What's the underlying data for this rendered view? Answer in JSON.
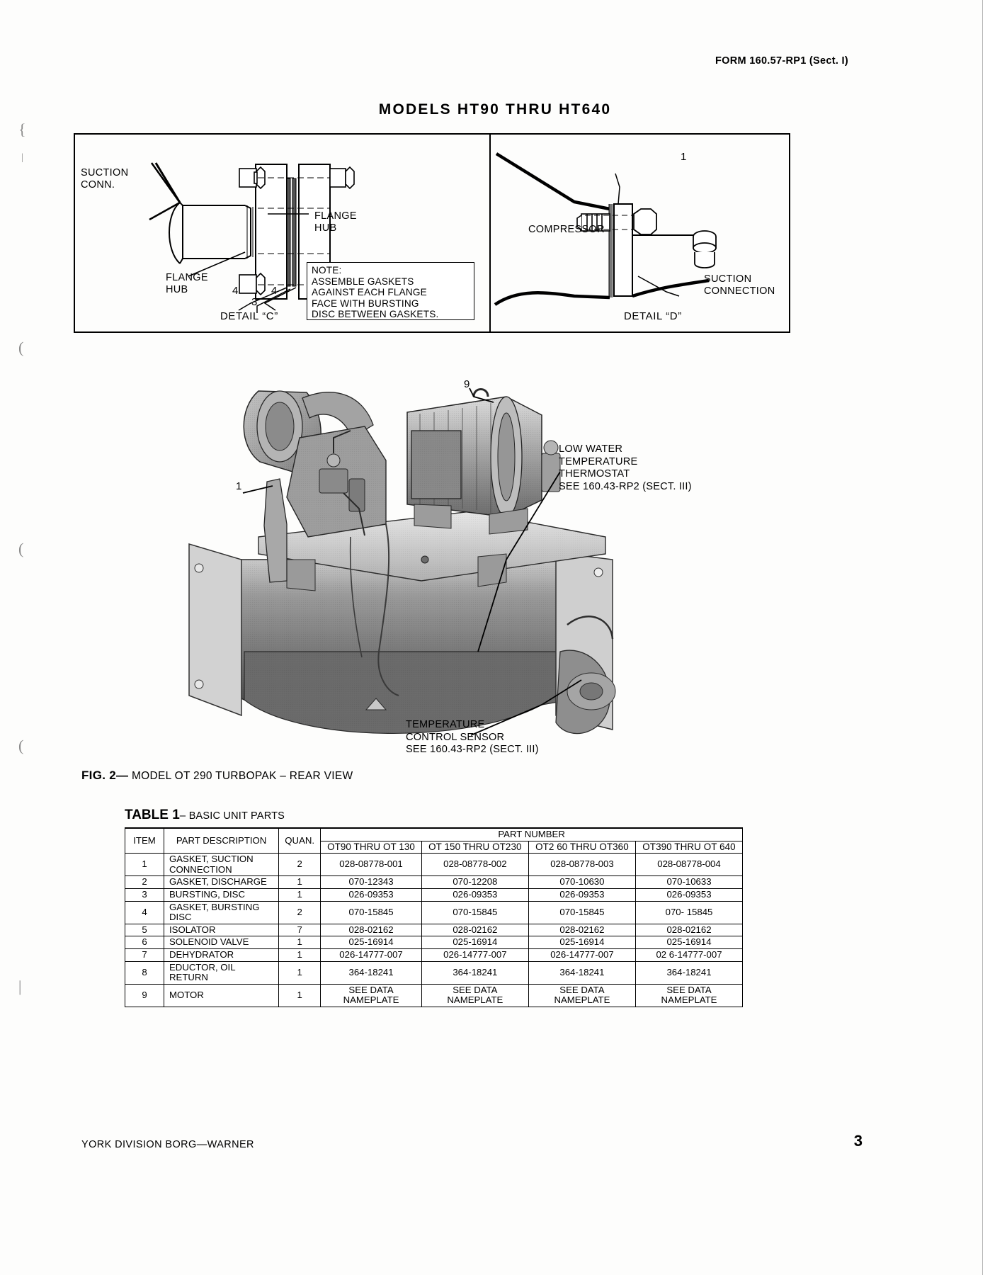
{
  "header": {
    "form": "FORM 160.57-RP1 (Sect. I)",
    "models_title": "MODELS  HT90  THRU  HT640"
  },
  "detail_c": {
    "suction_conn_label": "SUCTION\nCONN.",
    "flange_hub_right_label": "FLANGE\nHUB",
    "flange_hub_left_label": "FLANGE\nHUB",
    "num_4_left": "4",
    "num_4_right": "4",
    "num_3": "3",
    "caption": "DETAIL “C”",
    "note": "NOTE:\nASSEMBLE GASKETS\nAGAINST EACH FLANGE\nFACE WITH BURSTING\nDISC BETWEEN GASKETS."
  },
  "detail_d": {
    "callout_1": "1",
    "compressor_label": "COMPRESSOR",
    "suction_connection_label": "SUCTION\nCONNECTION",
    "caption": "DETAIL “D”"
  },
  "figure": {
    "callout_9": "9",
    "callout_1": "1",
    "low_water_label": "LOW WATER\nTEMPERATURE\nTHERMOSTAT\nSEE 160.43-RP2 (SECT. III)",
    "temp_sensor_label": "TEMPERATURE\nCONTROL SENSOR\nSEE 160.43-RP2 (SECT. III)",
    "caption_bold": "FIG. 2—",
    "caption_rest": " MODEL OT 290 TURBOPAK – REAR VIEW"
  },
  "table": {
    "title_num": "TABLE 1",
    "title_dash": "– ",
    "title_sub": "BASIC UNIT PARTS",
    "headers": {
      "item": "ITEM",
      "description": "PART DESCRIPTION",
      "quan": "QUAN.",
      "part_number": "PART NUMBER",
      "cols": [
        "OT90 THRU OT 130",
        "OT 150 THRU OT230",
        "OT2 60 THRU OT360",
        "OT390 THRU OT 640"
      ]
    },
    "rows": [
      {
        "item": "1",
        "description": "GASKET, SUCTION\nCONNECTION",
        "quan": "2",
        "pn": [
          "028-08778-001",
          "028-08778-002",
          "028-08778-003",
          "028-08778-004"
        ]
      },
      {
        "item": "2",
        "description": "GASKET, DISCHARGE",
        "quan": "1",
        "pn": [
          "070-12343",
          "070-12208",
          "070-10630",
          "070-10633"
        ]
      },
      {
        "item": "3",
        "description": "BURSTING, DISC",
        "quan": "1",
        "pn": [
          "026-09353",
          "026-09353",
          "026-09353",
          "026-09353"
        ]
      },
      {
        "item": "4",
        "description": "GASKET, BURSTING\nDISC",
        "quan": "2",
        "pn": [
          "070-15845",
          "070-15845",
          "070-15845",
          "070- 15845"
        ]
      },
      {
        "item": "5",
        "description": "ISOLATOR",
        "quan": "7",
        "pn": [
          "028-02162",
          "028-02162",
          "028-02162",
          "028-02162"
        ]
      },
      {
        "item": "6",
        "description": "SOLENOID VALVE",
        "quan": "1",
        "pn": [
          "025-16914",
          "025-16914",
          "025-16914",
          "025-16914"
        ]
      },
      {
        "item": "7",
        "description": "DEHYDRATOR",
        "quan": "1",
        "pn": [
          "026-14777-007",
          "026-14777-007",
          "026-14777-007",
          "02 6-14777-007"
        ]
      },
      {
        "item": "8",
        "description": "EDUCTOR, OIL\nRETURN",
        "quan": "1",
        "pn": [
          "364-18241",
          "364-18241",
          "364-18241",
          "364-18241"
        ]
      },
      {
        "item": "9",
        "description": "MOTOR",
        "quan": "1",
        "pn": [
          "SEE DATA\nNAMEPLATE",
          "SEE DATA\nNAMEPLATE",
          "SEE DATA\nNAMEPLATE",
          "SEE DATA\nNAMEPLATE"
        ]
      }
    ]
  },
  "footer": {
    "company": "YORK DIVISION   BORG—WARNER",
    "page": "3"
  }
}
